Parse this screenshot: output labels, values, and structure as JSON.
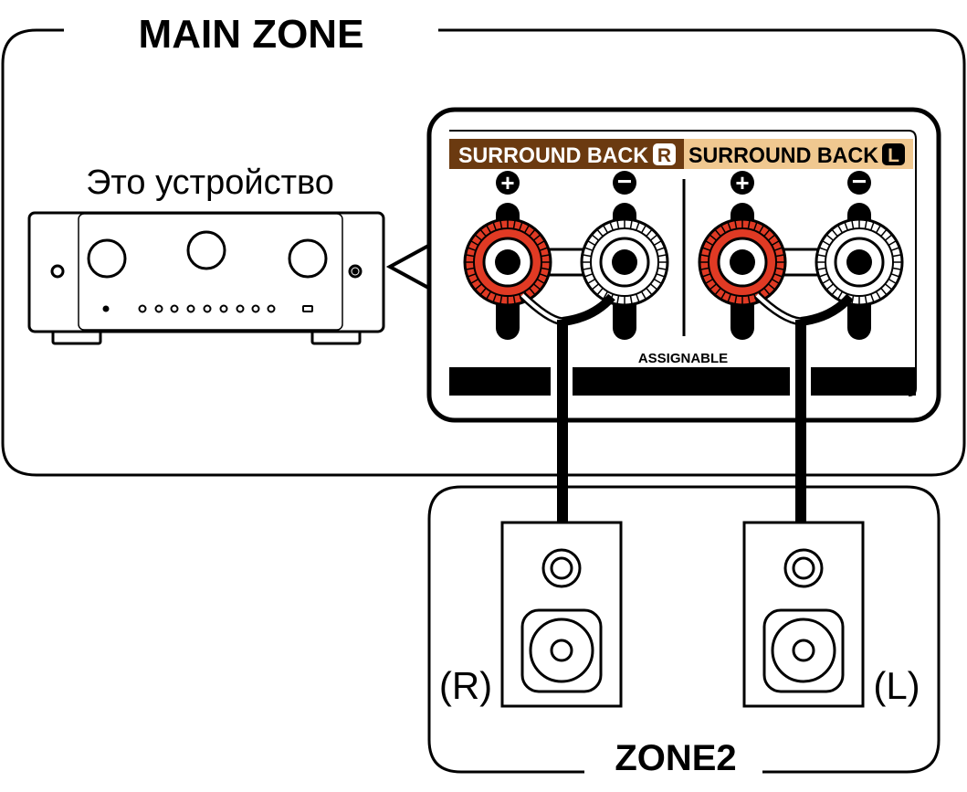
{
  "main_zone": {
    "title": "MAIN ZONE"
  },
  "device": {
    "label": "Это устройство"
  },
  "panel": {
    "header_r": "SURROUND BACK",
    "header_r_badge": "R",
    "header_l": "SURROUND BACK",
    "header_l_badge": "L",
    "plus": "+",
    "minus": "−",
    "assignable": "ASSIGNABLE"
  },
  "zone2": {
    "title": "ZONE2",
    "speaker_r": "(R)",
    "speaker_l": "(L)"
  },
  "colors": {
    "brown": "#6b3a10",
    "tan": "#f0c890",
    "red": "#e03a24"
  }
}
